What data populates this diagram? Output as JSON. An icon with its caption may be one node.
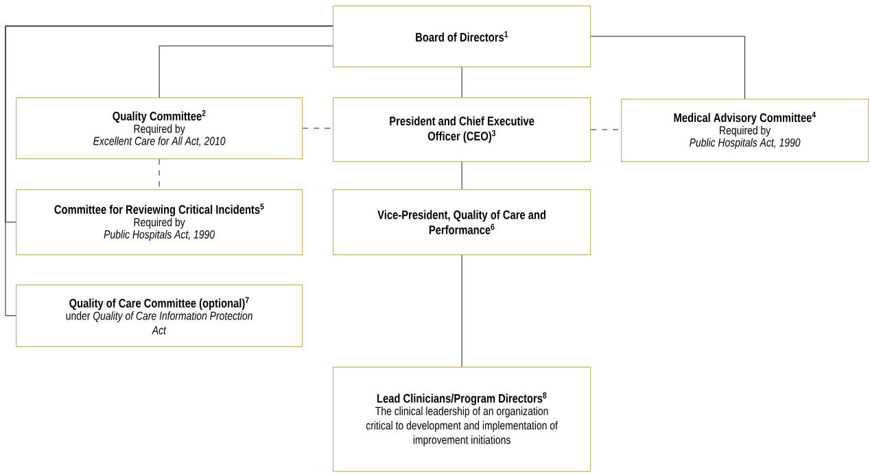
{
  "diagram": {
    "nodes": [
      {
        "text": [
          "Board of Directors$^{1}$"
        ]
      },
      {
        "text": [
          "Quality Committee$^{2}$",
          "Required by",
          "Excellent Care for All Act, 2010"
        ]
      },
      {
        "text": [
          "President and Chief Executive Officer (CEO)$^{3}$"
        ]
      },
      {
        "text": [
          "Medical Advisory Committee$^{4}$",
          "Required by",
          "Public Hospitals Act, 1990"
        ]
      },
      {
        "text": [
          "Committee for Reviewing Critical Incidents$^{5}$",
          "Required by",
          "Public Hospitals Act, 1990"
        ]
      },
      {
        "text": [
          "Vice-President, Quality of Care and Performance$^{6}$"
        ]
      },
      {
        "text": [
          "Quality of Care Committee (optional)$^{7}$",
          "under *Quality of Care Information Protection Act*"
        ]
      },
      {
        "text": [
          "Lead Clinicians/Program Directors$^{8}$",
          "The clinical leadership of an organization critical to development and implementation of improvement initiations"
        ]
      }
    ],
    "edges": [
      {
        "from": 0,
        "to": 1,
        "arrow": "none"
      },
      {
        "from": 0,
        "to": 2,
        "arrow": "none"
      },
      {
        "from": 0,
        "to": 3,
        "arrow": "none"
      },
      {
        "from": 1,
        "to": 2,
        "arrow": "none",
        "style": "dashed"
      },
      {
        "from": 2,
        "to": 3,
        "arrow": "none",
        "style": "dashed"
      },
      {
        "from": 1,
        "to": 4,
        "arrow": "none",
        "style": "dashed"
      },
      {
        "from": 2,
        "to": 5,
        "arrow": "none"
      },
      {
        "from": 5,
        "to": 7,
        "arrow": "none"
      },
      {
        "from": 0,
        "to": 4,
        "arrow": "none"
      },
      {
        "from": 0,
        "to": 6,
        "arrow": "none"
      }
    ]
  }
}
